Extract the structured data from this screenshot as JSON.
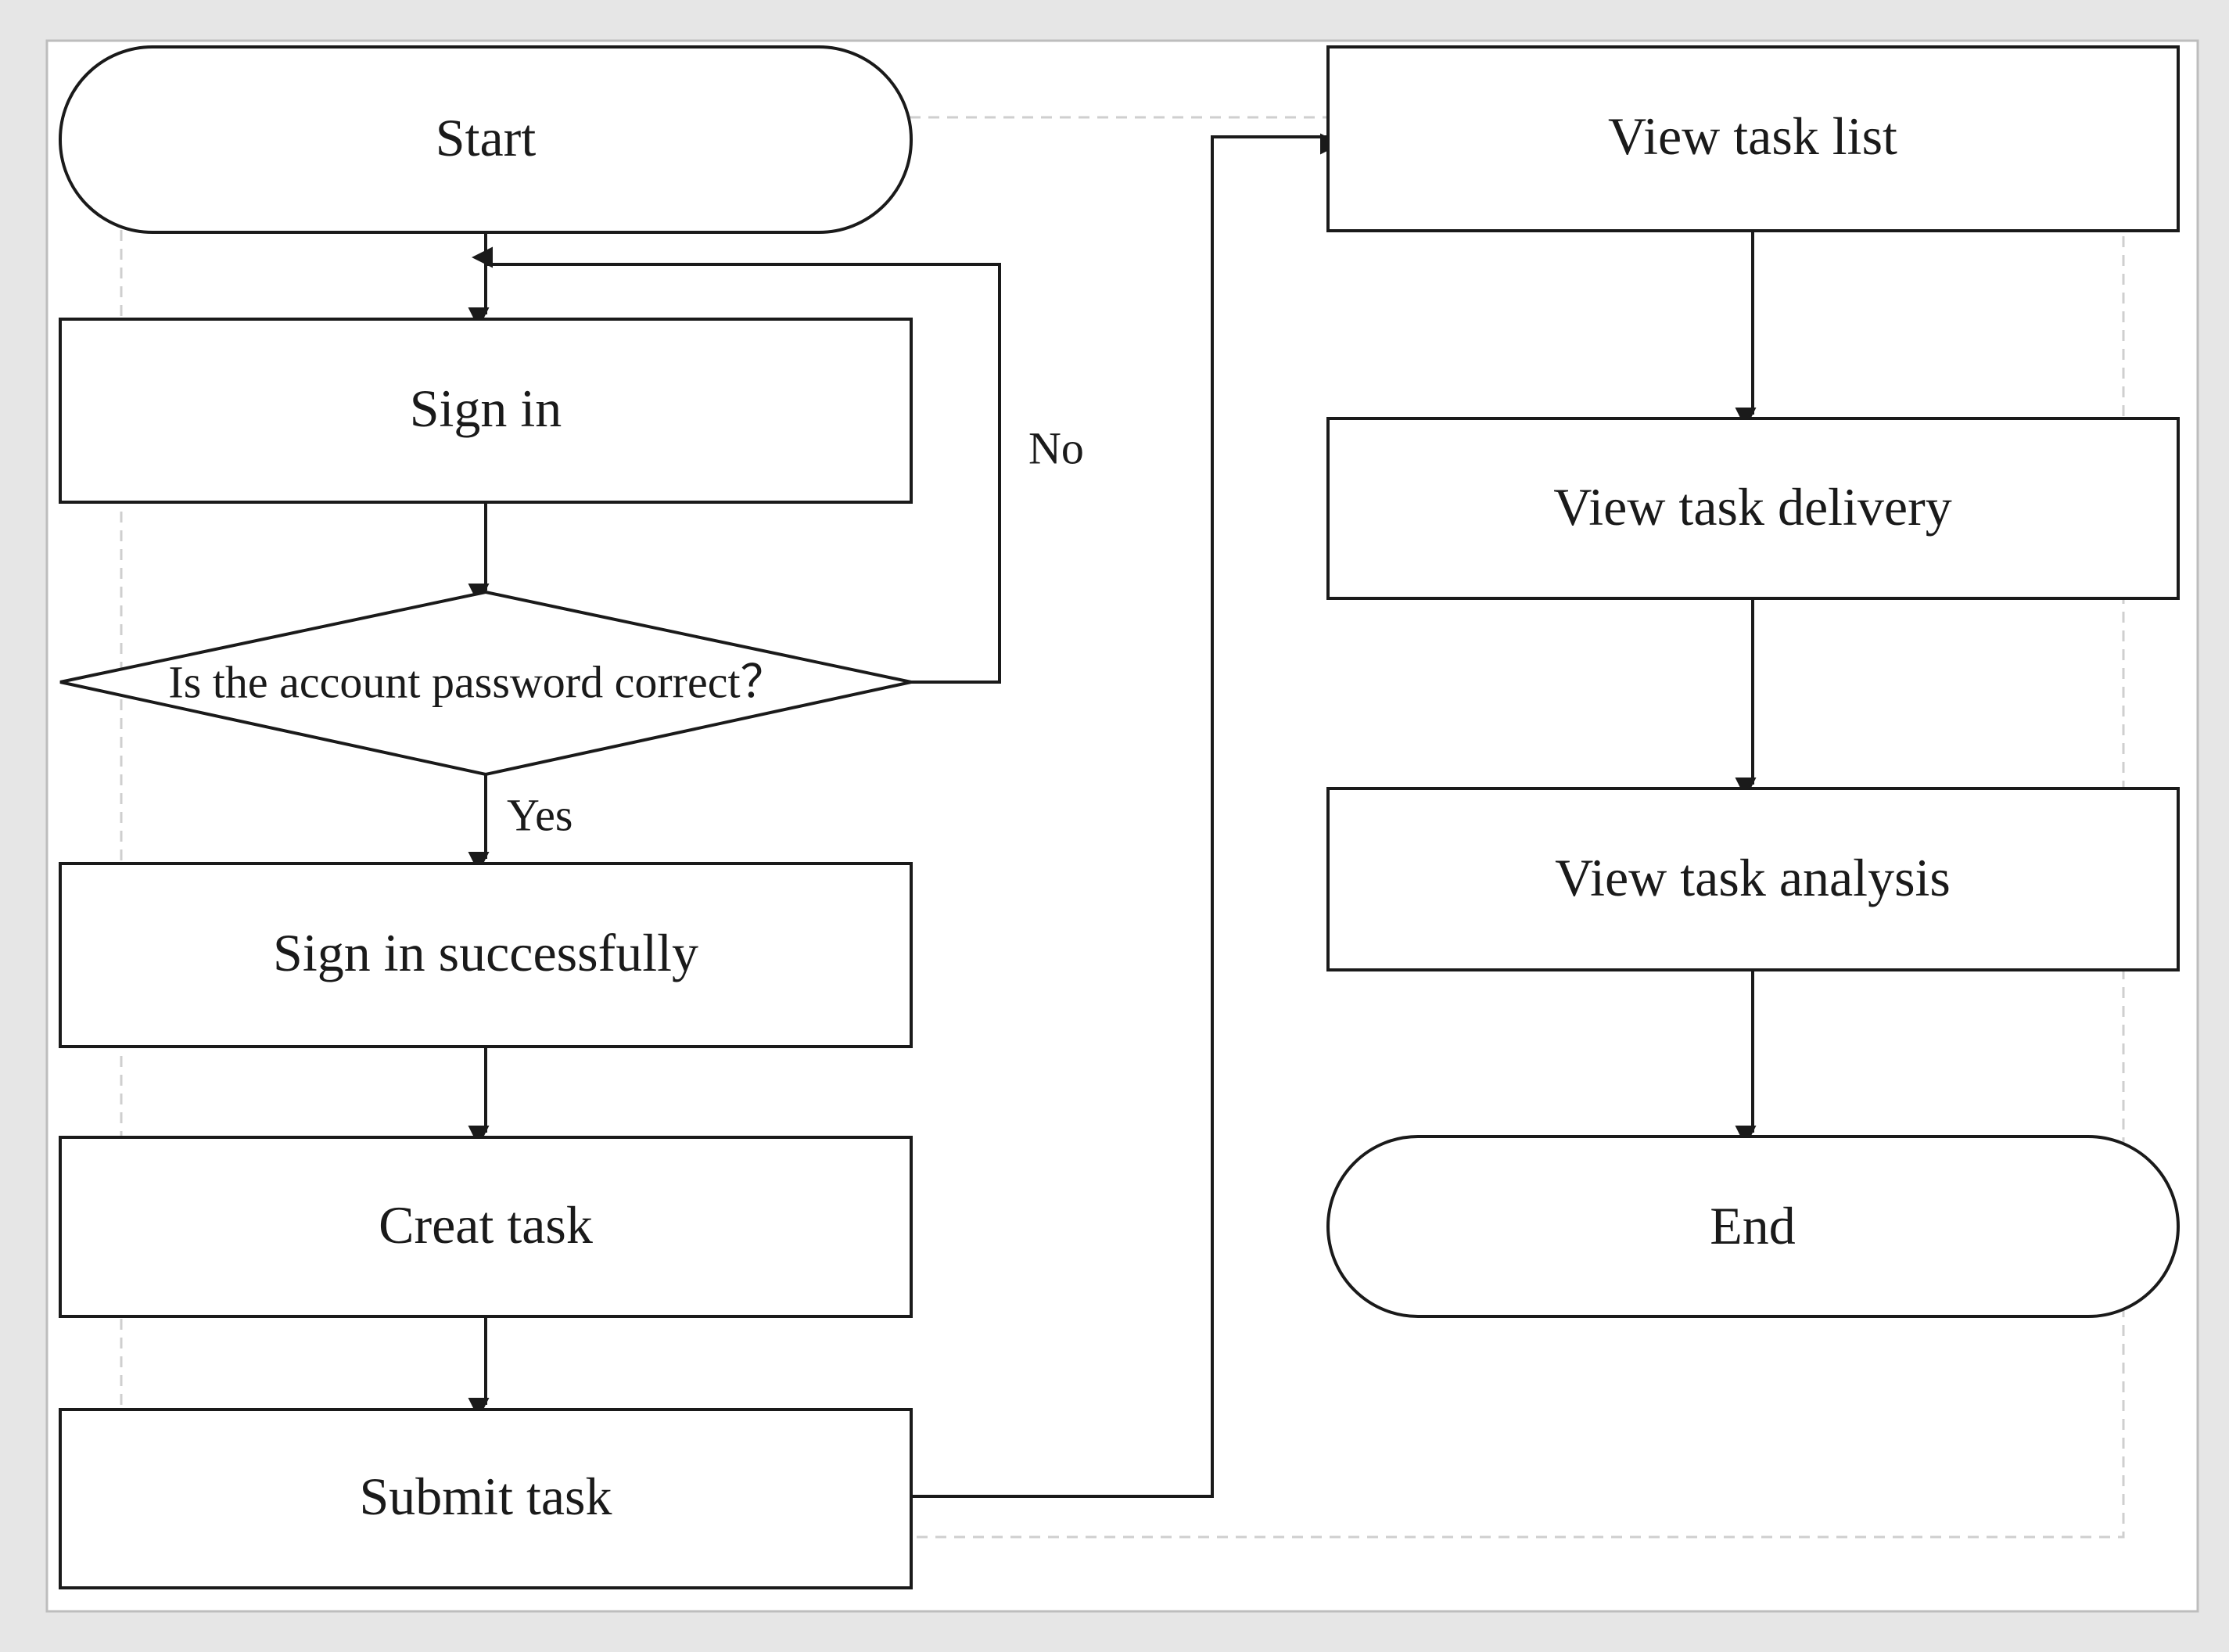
{
  "colors": {
    "canvas_background": "#ffffff",
    "page_background": "#e6e6e6",
    "stroke": "#1a1a1a"
  },
  "nodes": {
    "start": "Start",
    "sign_in": "Sign in",
    "check": "Is the account password correct？",
    "success": "Sign in successfully",
    "create": "Creat task",
    "submit": "Submit task",
    "view_list": "View task list",
    "view_delivery": "View task delivery",
    "view_analysis": "View task analysis",
    "end": "End"
  },
  "edge_labels": {
    "no": "No",
    "yes": "Yes"
  },
  "edges": [
    {
      "from": "start",
      "to": "sign_in"
    },
    {
      "from": "sign_in",
      "to": "check"
    },
    {
      "from": "check",
      "to": "sign_in",
      "label": "no"
    },
    {
      "from": "check",
      "to": "success",
      "label": "yes"
    },
    {
      "from": "success",
      "to": "create"
    },
    {
      "from": "create",
      "to": "submit"
    },
    {
      "from": "submit",
      "to": "view_list"
    },
    {
      "from": "view_list",
      "to": "view_delivery"
    },
    {
      "from": "view_delivery",
      "to": "view_analysis"
    },
    {
      "from": "view_analysis",
      "to": "end"
    }
  ]
}
